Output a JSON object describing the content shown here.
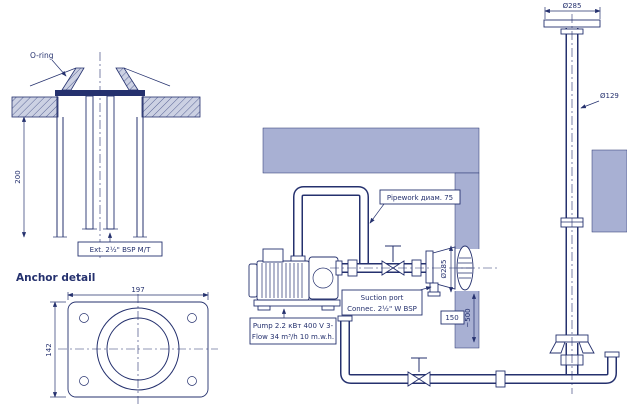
{
  "colors": {
    "line": "#25316e",
    "wall": "#a8b0d3"
  },
  "anchor_detail": {
    "oring": "O-ring",
    "dim_depth": "200",
    "thread_note": "Ext. 2½\" BSP M/T",
    "title": "Anchor detail"
  },
  "flange_plan": {
    "width": "197",
    "height": "142"
  },
  "installation": {
    "cap_dia": "Ø285",
    "pipe_dia": "Ø129",
    "jet_dia": "Ø285",
    "dim_150": "150",
    "dim_500": "~500",
    "pipework_note": "Pipework диам. 75",
    "suction_line1": "Suction port",
    "suction_line2": "Connec. 2½\" W BSP",
    "pump_line1": "Pump 2.2 кВт 400 V 3-",
    "pump_line2": "Flow 34 m³/h 10 m.w.h."
  }
}
